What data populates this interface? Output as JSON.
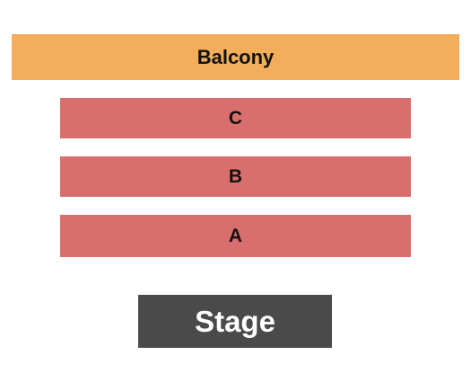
{
  "venue_map": {
    "colors": {
      "balcony": "#F2AE5A",
      "floor_sections": "#D96E6E",
      "stage": "#4A4A4A",
      "background": "#FFFFFF"
    },
    "sections": [
      {
        "id": "balcony",
        "label": "Balcony"
      },
      {
        "id": "row-c",
        "label": "C"
      },
      {
        "id": "row-b",
        "label": "B"
      },
      {
        "id": "row-a",
        "label": "A"
      }
    ],
    "stage": {
      "label": "Stage"
    }
  }
}
